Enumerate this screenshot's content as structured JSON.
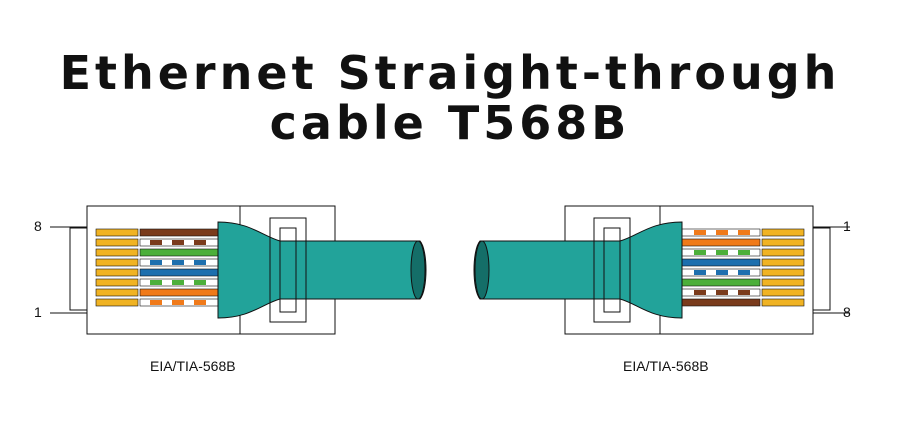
{
  "title": {
    "line1": "Ethernet Straight-through",
    "line2": "cable T568B"
  },
  "connectors": [
    {
      "standard_label": "EIA/TIA-568B",
      "pin_top_label": "8",
      "pin_bottom_label": "1"
    },
    {
      "standard_label": "EIA/TIA-568B",
      "pin_top_label": "1",
      "pin_bottom_label": "8"
    }
  ],
  "colors": {
    "jacket": "#22a39a",
    "jacket_dark": "#146e68",
    "outline": "#111111",
    "pin_gold": "#f0b323",
    "brown": "#7a3b1c",
    "blue": "#1d6fae",
    "green": "#4caf3a",
    "orange": "#f07a1a",
    "white": "#ffffff"
  },
  "wiring_order_top_to_bottom_left": [
    "brown",
    "white-brown",
    "green",
    "white-blue",
    "blue",
    "white-green",
    "orange",
    "white-orange"
  ],
  "wiring_order_top_to_bottom_right": [
    "white-orange",
    "orange",
    "white-green",
    "blue",
    "white-blue",
    "green",
    "white-brown",
    "brown"
  ]
}
